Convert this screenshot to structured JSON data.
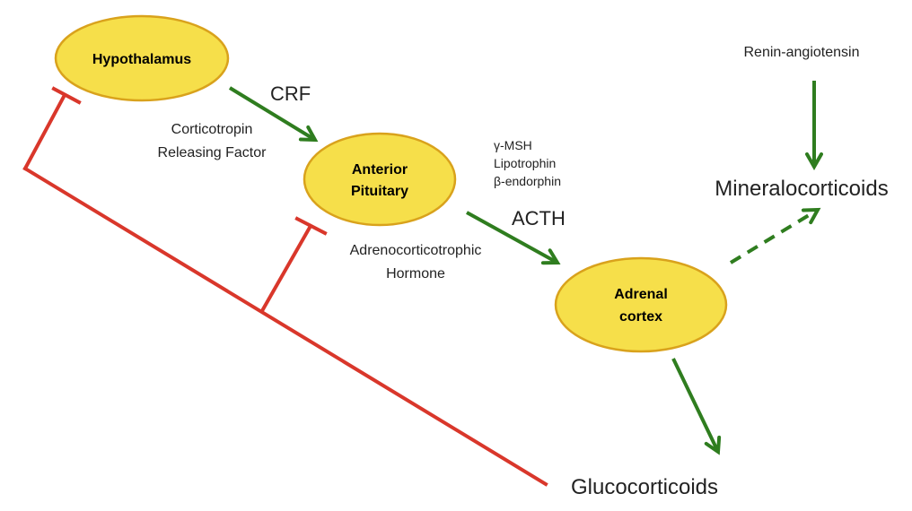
{
  "colors": {
    "node_fill": "#f6df4a",
    "node_stroke": "#d9a21c",
    "stimulate_arrow": "#2f7d1f",
    "inhibit_line": "#d9372b"
  },
  "nodes": {
    "hypothalamus": "Hypothalamus",
    "anterior_pituitary_line1": "Anterior",
    "anterior_pituitary_line2": "Pituitary",
    "adrenal_cortex_line1": "Adrenal",
    "adrenal_cortex_line2": "cortex"
  },
  "labels": {
    "crf": "CRF",
    "crf_full_line1": "Corticotropin",
    "crf_full_line2": "Releasing Factor",
    "acth": "ACTH",
    "acth_full_line1": "Adrenocorticotrophic",
    "acth_full_line2": "Hormone",
    "byproduct_1": "γ-MSH",
    "byproduct_2": "Lipotrophin",
    "byproduct_3": "β-endorphin",
    "renin_angiotensin": "Renin-angiotensin",
    "mineralocorticoids": "Mineralocorticoids",
    "glucocorticoids": "Glucocorticoids"
  }
}
